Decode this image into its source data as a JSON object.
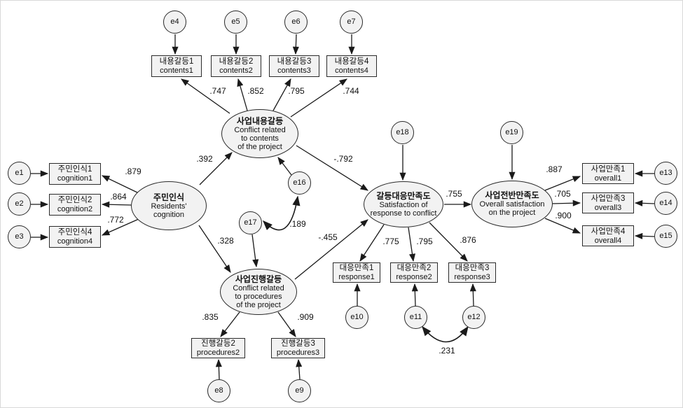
{
  "factors": {
    "contents": {
      "ko": "사업내용갈등",
      "en": "Conflict related\nto contents\nof the project"
    },
    "cognition": {
      "ko": "주민인식",
      "en": "Residents'\ncognition"
    },
    "procedures": {
      "ko": "사업진행갈등",
      "en": "Conflict related\nto procedures\nof the project"
    },
    "response": {
      "ko": "갈등대응만족도",
      "en": "Satisfaction of\nresponse to conflict"
    },
    "overall": {
      "ko": "사업전반만족도",
      "en": "Overall satisfaction\non the project"
    }
  },
  "indicators": {
    "contents1": {
      "ko": "내용갈등1",
      "en": "contents1"
    },
    "contents2": {
      "ko": "내용갈등2",
      "en": "contents2"
    },
    "contents3": {
      "ko": "내용갈등3",
      "en": "contents3"
    },
    "contents4": {
      "ko": "내용갈등4",
      "en": "contents4"
    },
    "cognition1": {
      "ko": "주민인식1",
      "en": "cognition1"
    },
    "cognition2": {
      "ko": "주민인식2",
      "en": "cognition2"
    },
    "cognition4": {
      "ko": "주민인식4",
      "en": "cognition4"
    },
    "response1": {
      "ko": "대응만족1",
      "en": "response1"
    },
    "response2": {
      "ko": "대응만족2",
      "en": "response2"
    },
    "response3": {
      "ko": "대응만족3",
      "en": "response3"
    },
    "overall1": {
      "ko": "사업만족1",
      "en": "overall1"
    },
    "overall3": {
      "ko": "사업만족3",
      "en": "overall3"
    },
    "overall4": {
      "ko": "사업만족4",
      "en": "overall4"
    },
    "procedures2": {
      "ko": "진행갈등2",
      "en": "procedures2"
    },
    "procedures3": {
      "ko": "진행갈등3",
      "en": "procedures3"
    }
  },
  "errors": {
    "e1": "e1",
    "e2": "e2",
    "e3": "e3",
    "e4": "e4",
    "e5": "e5",
    "e6": "e6",
    "e7": "e7",
    "e8": "e8",
    "e9": "e9",
    "e10": "e10",
    "e11": "e11",
    "e12": "e12",
    "e13": "e13",
    "e14": "e14",
    "e15": "e15",
    "e16": "e16",
    "e17": "e17",
    "e18": "e18",
    "e19": "e19"
  },
  "loadings": {
    "contents1": ".747",
    "contents2": ".852",
    "contents3": ".795",
    "contents4": ".744",
    "cognition1": ".879",
    "cognition2": ".864",
    "cognition4": ".772",
    "response1": ".775",
    "response2": ".795",
    "response3": ".876",
    "overall1": ".887",
    "overall3": ".705",
    "overall4": ".900",
    "procedures2": ".835",
    "procedures3": ".909"
  },
  "paths": {
    "cognition_contents": ".392",
    "cognition_procedures": ".328",
    "contents_response": "-.792",
    "procedures_response": "-.455",
    "response_overall": ".755"
  },
  "covariances": {
    "e16_e17": ".189",
    "e11_e12": ".231"
  },
  "colors": {
    "node_fill": "#f2f2f2",
    "stroke": "#1a1a1a",
    "background": "#ffffff"
  }
}
